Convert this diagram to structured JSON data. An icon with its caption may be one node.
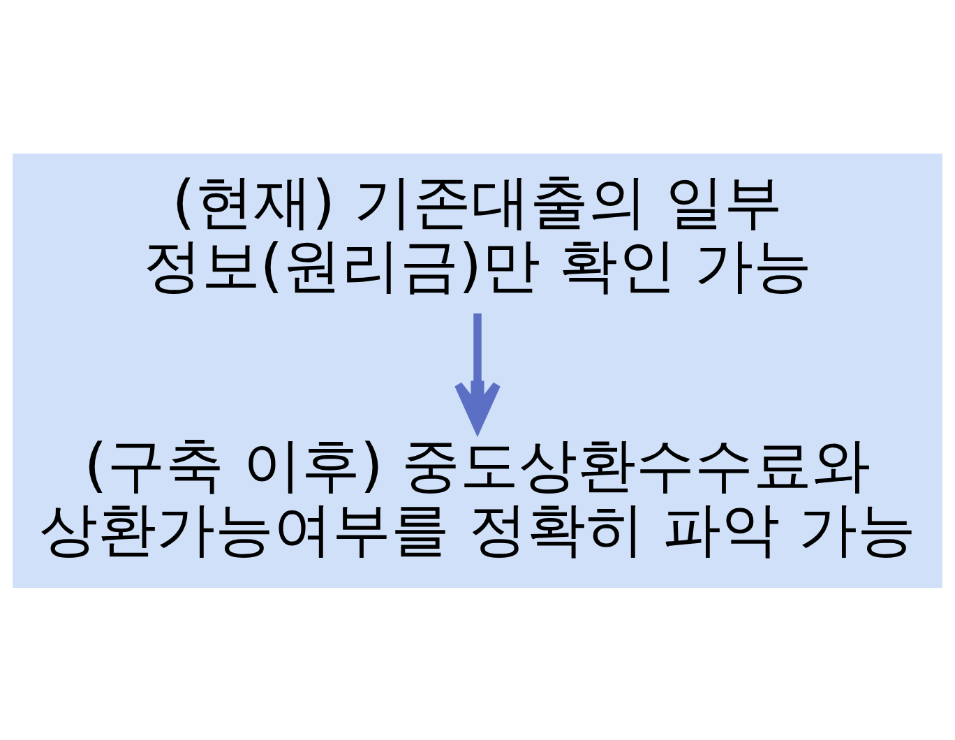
{
  "diagram": {
    "nodes": [
      {
        "text": [
          "(현재) 기존대출의 일부 정보(원리금)만 확인 가능"
        ]
      },
      {
        "text": [
          "(구축 이후) 중도상환수수료와 상환가능여부를 정확히 파악 가능"
        ]
      }
    ],
    "edges": [
      {
        "from": 0,
        "to": 1,
        "arrow": "to"
      }
    ]
  }
}
